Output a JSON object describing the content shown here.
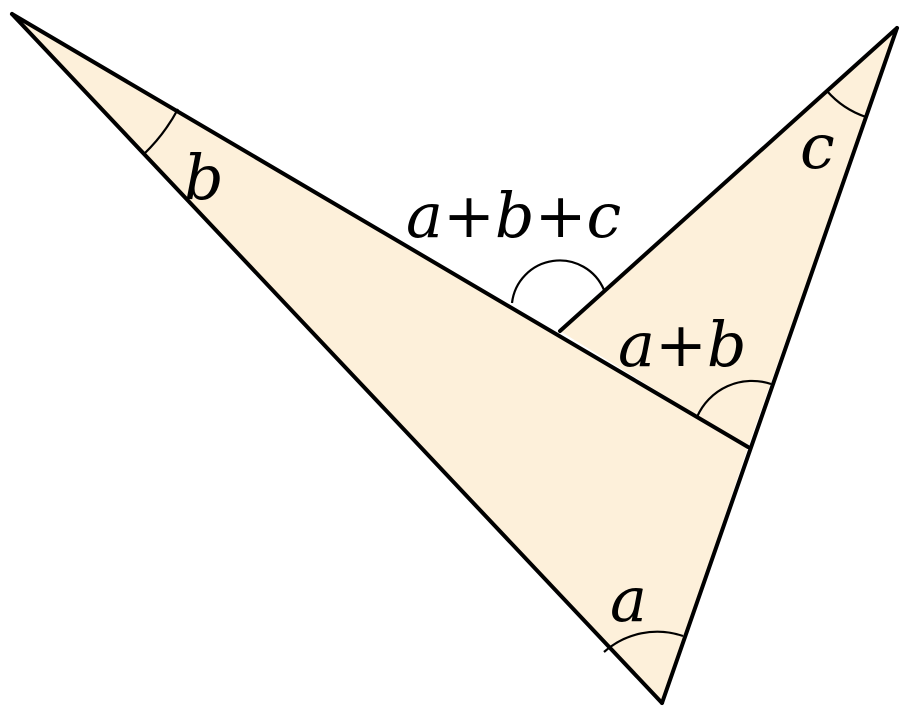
{
  "diagram": {
    "fill_color": "#fdf0da",
    "stroke_color": "#000000",
    "labels": {
      "angle_b": "b",
      "angle_c": "c",
      "angle_a": "a",
      "angle_a_plus_b": "a+b",
      "angle_a_plus_b_plus_c": "a+b+c"
    }
  }
}
